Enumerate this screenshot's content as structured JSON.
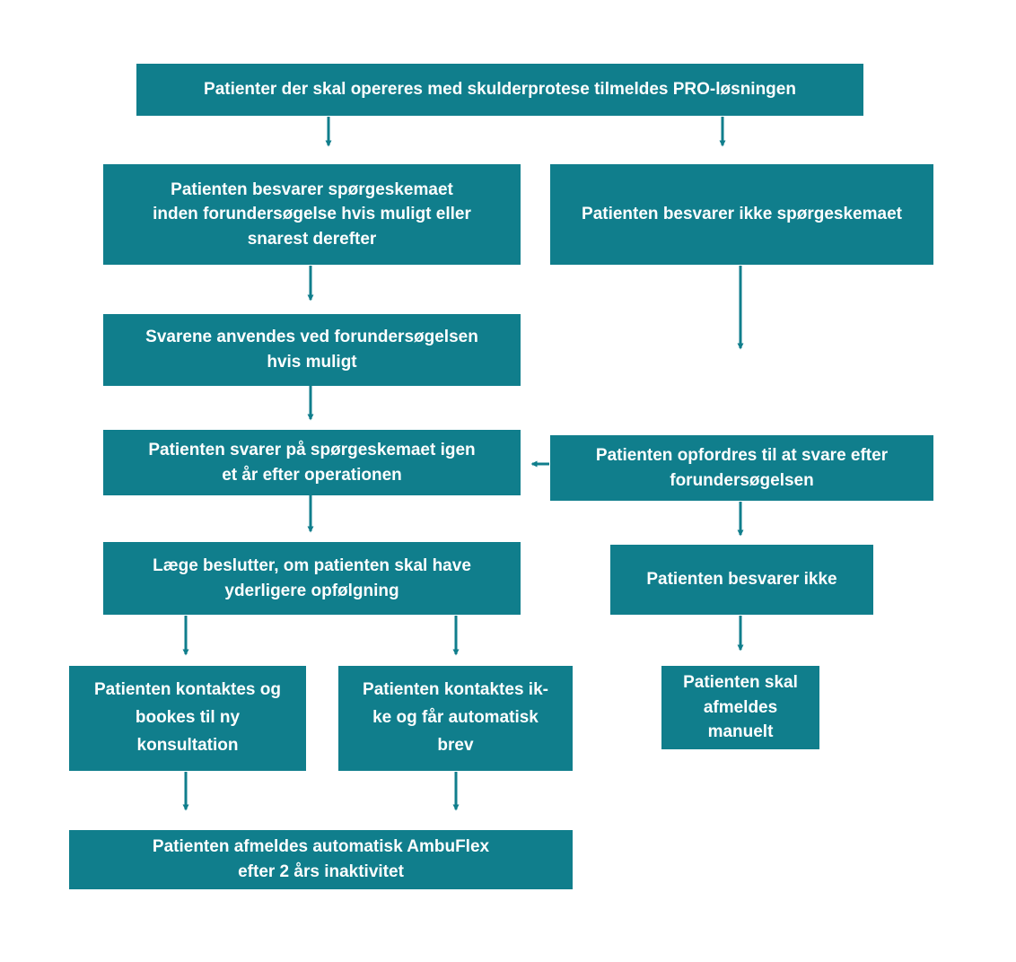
{
  "colors": {
    "background": "#ffffff",
    "node_fill": "#107e8c",
    "node_text": "#fdfefe",
    "arrow": "#107e8c"
  },
  "nodes": {
    "start": {
      "label": "Patienter der skal opereres med skulderprotese tilmeldes PRO-løsningen"
    },
    "answers": {
      "label": "Patienten besvarer spørgeskemaet\ninden forundersøgelse hvis muligt eller\nsnarest derefter"
    },
    "no_answer": {
      "label": "Patienten besvarer ikke spørgeskemaet"
    },
    "answers_used": {
      "label": "Svarene anvendes ved forundersøgelsen\nhvis muligt"
    },
    "answers_again": {
      "label": "Patienten svarer på spørgeskemaet igen\net år efter operationen"
    },
    "encouraged": {
      "label": "Patienten opfordres til at svare efter\nforundersøgelsen"
    },
    "doctor_decides": {
      "label": "Læge beslutter, om patienten skal have\nyderligere opfølgning"
    },
    "no_answer_again": {
      "label": "Patienten besvarer ikke"
    },
    "contacted": {
      "label": "Patienten kontaktes og\nbookes til ny\nkonsultation"
    },
    "not_contacted": {
      "label": "Patienten kontaktes ik-\nke og får automatisk\nbrev"
    },
    "manual_unsubscribe": {
      "label": "Patienten skal\nafmeldes\nmanuelt"
    },
    "auto_unsubscribe": {
      "label": "Patienten afmeldes automatisk AmbuFlex\nefter 2 års inaktivitet"
    }
  }
}
